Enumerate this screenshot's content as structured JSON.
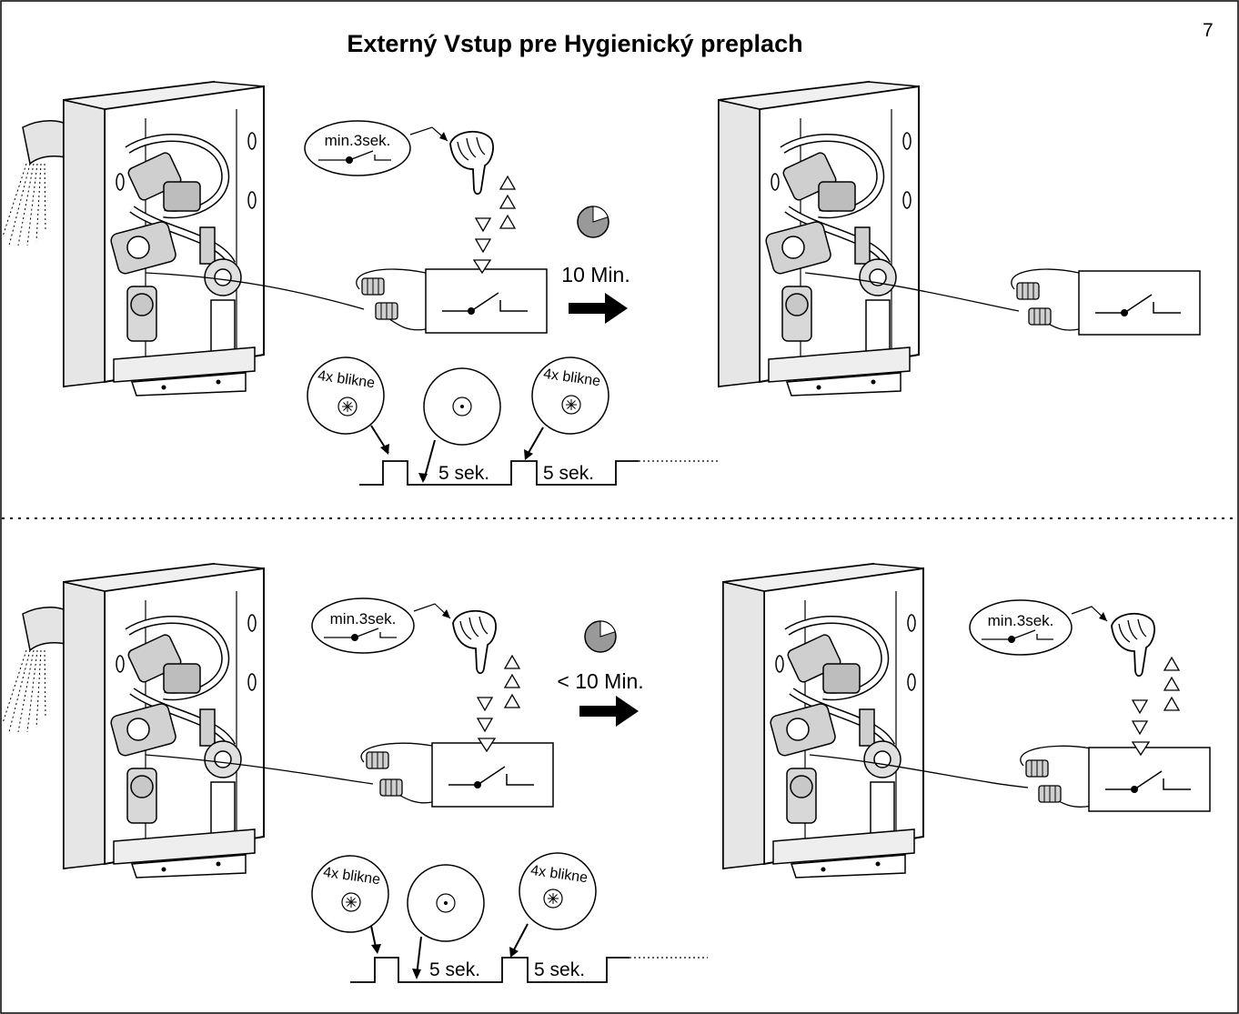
{
  "title": "Externý Vstup pre Hygienický preplach",
  "page_number": "7",
  "top_section": {
    "press_bubble": "min.3sek.",
    "duration": "10 Min.",
    "blink_left": "4x blikne",
    "blink_right": "4x blikne",
    "interval_1": "5 sek.",
    "interval_2": "5 sek."
  },
  "bottom_section": {
    "press_bubble": "min.3sek.",
    "press_bubble_right": "min.3sek.",
    "duration": "< 10 Min.",
    "blink_left": "4x blikne",
    "blink_right": "4x blikne",
    "interval_1": "5 sek.",
    "interval_2": "5 sek."
  }
}
